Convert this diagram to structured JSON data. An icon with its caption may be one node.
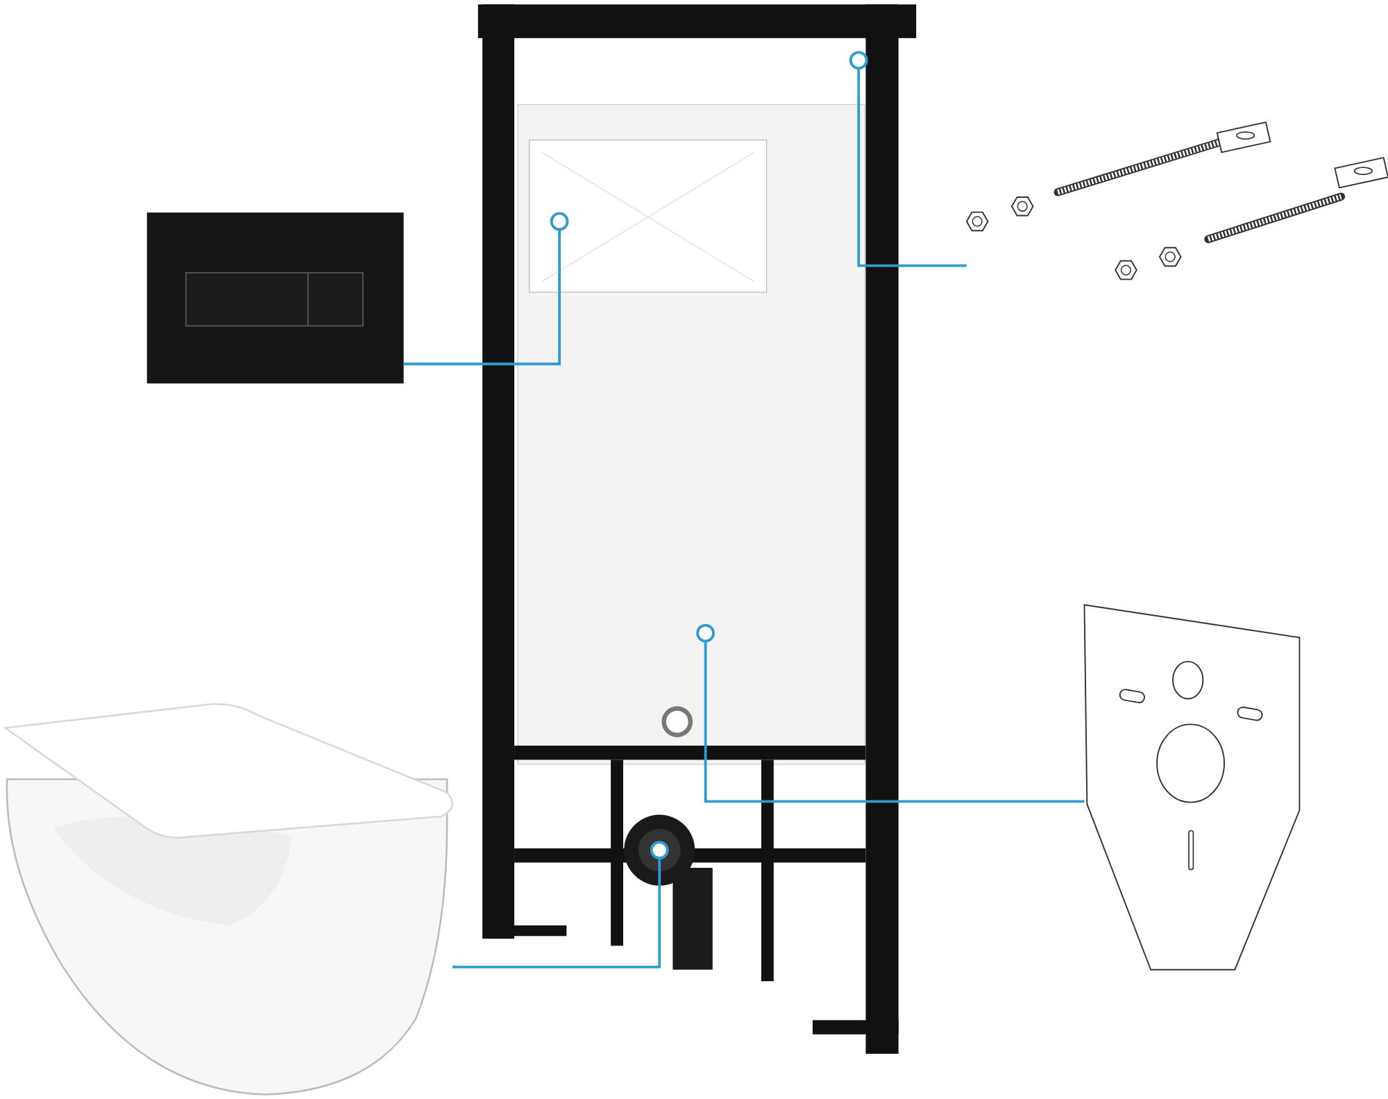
{
  "diagram": {
    "nodes": [
      {
        "text": [],
        "shape": "picture"
      },
      {
        "text": [],
        "shape": "picture"
      },
      {
        "text": [],
        "shape": "picture"
      },
      {
        "text": [],
        "shape": "picture"
      },
      {
        "text": [],
        "shape": "picture"
      },
      {
        "text": [],
        "shape": "circle",
        "in": 0
      },
      {
        "text": [],
        "shape": "circle",
        "in": 0
      },
      {
        "text": [],
        "shape": "circle",
        "in": 0
      },
      {
        "text": [],
        "shape": "circle",
        "in": 0
      }
    ],
    "edges": [
      {
        "from": 1,
        "to": 6,
        "arrow": "none"
      },
      {
        "from": 2,
        "to": 5,
        "arrow": "none"
      },
      {
        "from": 3,
        "to": 7,
        "arrow": "none"
      },
      {
        "from": 4,
        "to": 8,
        "arrow": "none"
      }
    ]
  }
}
